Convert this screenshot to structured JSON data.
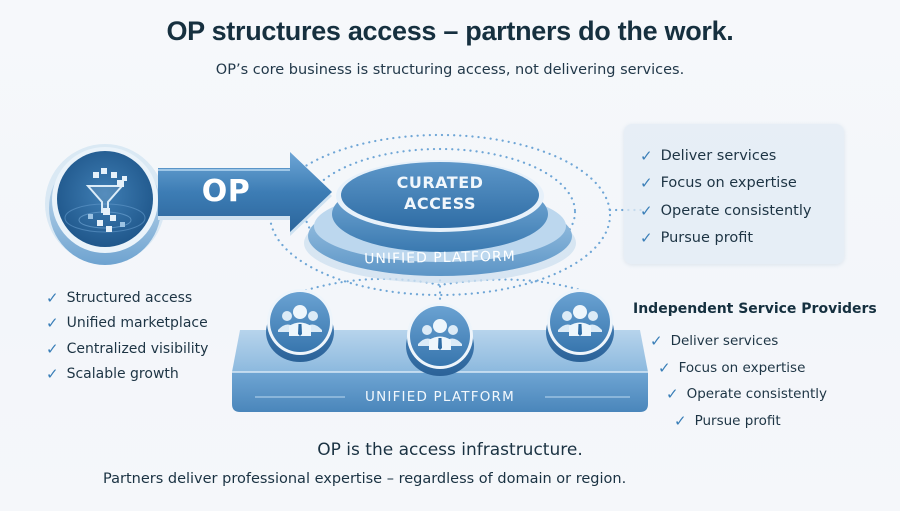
{
  "header": {
    "title": "OP structures access – partners do the work.",
    "subtitle": "OP’s core business is structuring access, not delivering services."
  },
  "diagram": {
    "op_arrow_label": "OP",
    "funnel_icon": "funnel-icon",
    "center_hub": {
      "top_label_line1": "CURATED",
      "top_label_line2": "ACCESS",
      "ring_label": "UNIFIED PLATFORM"
    },
    "base_platform_label": "UNIFIED PLATFORM",
    "partner_nodes": [
      {
        "icon": "people-group-icon"
      },
      {
        "icon": "people-group-icon"
      },
      {
        "icon": "people-group-icon"
      }
    ],
    "colors": {
      "primary_blue": "#3e7fb6",
      "dark_blue": "#1f5a8c",
      "light_blue": "#a9cbe7",
      "text_dark": "#16303f",
      "check_blue": "#3b7fb8"
    }
  },
  "right_box": {
    "items": [
      "Deliver services",
      "Focus on expertise",
      "Operate consistently",
      "Pursue profit"
    ]
  },
  "left_list": {
    "items": [
      "Structured access",
      "Unified marketplace",
      "Centralized visibility",
      "Scalable growth"
    ]
  },
  "providers": {
    "title": "Independent Service Providers",
    "items": [
      "Deliver services",
      "Focus on expertise",
      "Operate consistently",
      "Pursue profit"
    ]
  },
  "footer": {
    "main": "OP is the access infrastructure.",
    "sub": "Partners deliver professional expertise – regardless of domain or region."
  },
  "check_glyph": "✓"
}
